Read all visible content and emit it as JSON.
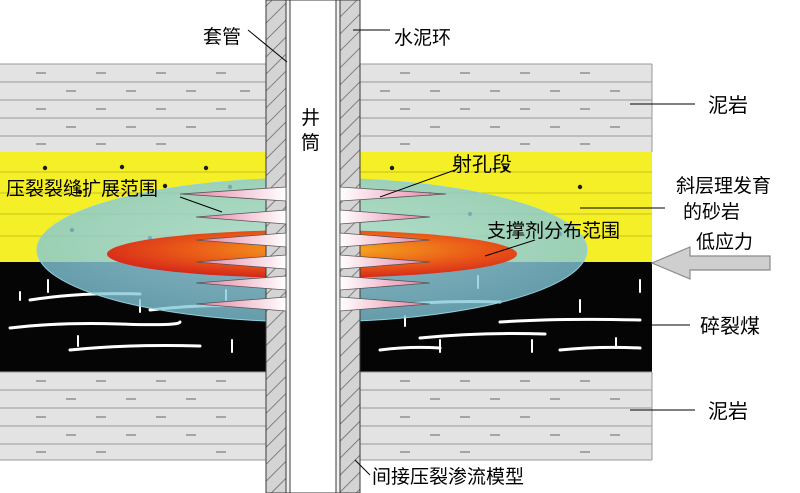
{
  "labels": {
    "casing": "套管",
    "cement_ring": "水泥环",
    "wellbore": "井筒",
    "mudstone_top": "泥岩",
    "perforation": "射孔段",
    "fracture_range": "压裂裂缝扩展范围",
    "sandstone_line1": "斜层理发育",
    "sandstone_line2": "的砂岩",
    "proppant_range": "支撑剂分布范围",
    "low_stress": "低应力",
    "coal": "碎裂煤",
    "mudstone_bottom": "泥岩",
    "model_title": "间接压裂渗流模型"
  },
  "colors": {
    "mudstone": "#e4e4e4",
    "mudstone_line": "#9a9a9a",
    "sandstone": "#f4ee2a",
    "coal": "#060606",
    "cement": "#cfcfcf",
    "fracture_zone": "#7fc8d8",
    "proppant_zone": "#e8401a",
    "perforation": "#f2b8c8",
    "arrow": "#cfcfcf"
  }
}
